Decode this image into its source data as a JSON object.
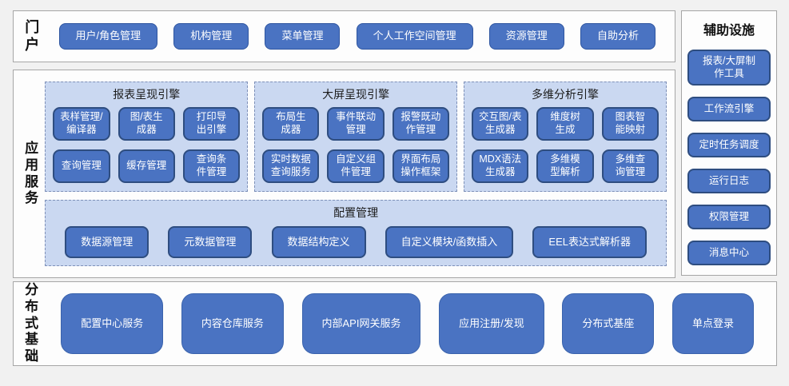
{
  "palette": {
    "button_blue": "#4a73c2",
    "button_border_dark": "#2e4d80",
    "panel_light_blue": "#cad8f1",
    "panel_dashed_border": "#7e90b8",
    "frame_border_gray": "#a6a6a6",
    "page_background": "#f1f1f1",
    "button_text": "#ffffff"
  },
  "portal": {
    "label": "门户",
    "buttons": [
      "用户/角色管理",
      "机构管理",
      "菜单管理",
      "个人工作空间管理",
      "资源管理",
      "自助分析"
    ]
  },
  "app_services": {
    "label": "应用服务",
    "engines": [
      {
        "title": "报表呈现引擎",
        "buttons": [
          "表样管理/\n编译器",
          "图/表生\n成器",
          "打印导\n出引擎",
          "查询管理",
          "缓存管理",
          "查询条\n件管理"
        ]
      },
      {
        "title": "大屏呈现引擎",
        "buttons": [
          "布局生\n成器",
          "事件联动\n管理",
          "报警既动\n作管理",
          "实时数据\n查询服务",
          "自定义组\n件管理",
          "界面布局\n操作框架"
        ]
      },
      {
        "title": "多维分析引擎",
        "buttons": [
          "交互图/表\n生成器",
          "维度树\n生成",
          "图表智\n能映射",
          "MDX语法\n生成器",
          "多维模\n型解析",
          "多维查\n询管理"
        ]
      }
    ],
    "config": {
      "title": "配置管理",
      "buttons": [
        "数据源管理",
        "元数据管理",
        "数据结构定义",
        "自定义模块/函数插入",
        "EEL表达式解析器"
      ]
    }
  },
  "foundation": {
    "label": "分布式基础",
    "buttons": [
      "配置中心服务",
      "内容仓库服务",
      "内部API网关服务",
      "应用注册/发现",
      "分布式基座",
      "单点登录"
    ]
  },
  "auxiliary": {
    "title": "辅助设施",
    "buttons": [
      "报表/大屏制\n作工具",
      "工作流引擎",
      "定时任务调度",
      "运行日志",
      "权限管理",
      "消息中心"
    ]
  }
}
